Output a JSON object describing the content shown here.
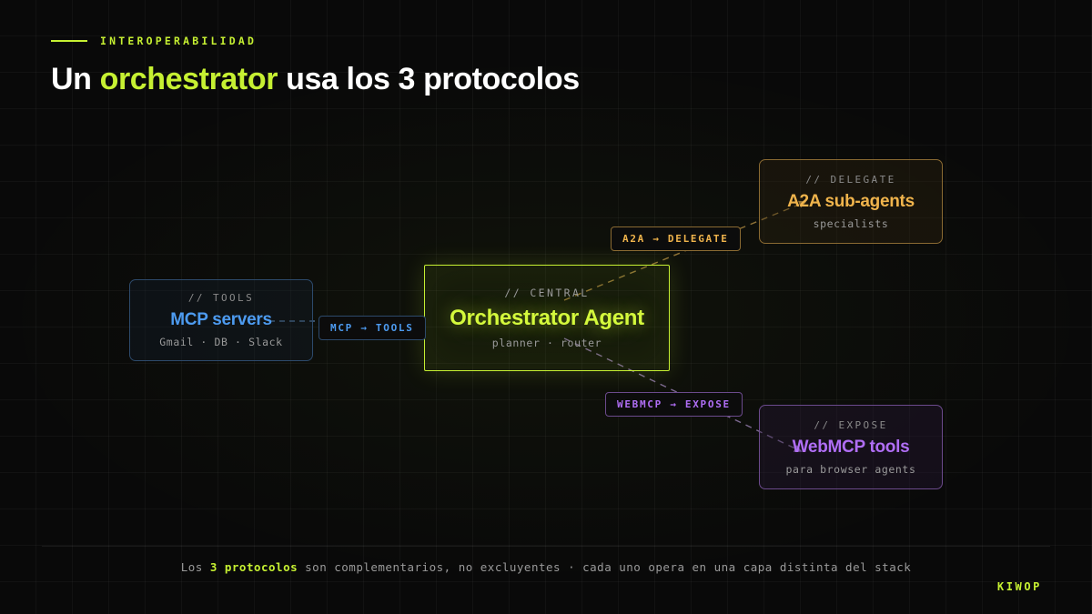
{
  "header": {
    "eyebrow": "INTEROPERABILIDAD",
    "title_prefix": "Un ",
    "title_highlight": "orchestrator",
    "title_suffix": " usa los 3 protocolos"
  },
  "diagram": {
    "nodes": [
      {
        "id": "tools",
        "kicker": "// TOOLS",
        "title": "MCP servers",
        "sub": "Gmail · DB · Slack",
        "color": "#4d9bf0"
      },
      {
        "id": "central",
        "kicker": "// CENTRAL",
        "title": "Orchestrator Agent",
        "sub": "planner · router",
        "color": "#d4f93c"
      },
      {
        "id": "delegate",
        "kicker": "// DELEGATE",
        "title": "A2A sub-agents",
        "sub": "specialists",
        "color": "#f0b44c"
      },
      {
        "id": "expose",
        "kicker": "// EXPOSE",
        "title": "WebMCP tools",
        "sub": "para browser agents",
        "color": "#b06ef5"
      }
    ],
    "edges": [
      {
        "id": "mcp",
        "label": "MCP → TOOLS",
        "color": "#4d9bf0"
      },
      {
        "id": "a2a",
        "label": "A2A → DELEGATE",
        "color": "#f0b44c"
      },
      {
        "id": "webmcp",
        "label": "WEBMCP → EXPOSE",
        "color": "#b06ef5"
      }
    ]
  },
  "footer": {
    "text_1": "Los ",
    "highlight": "3 protocolos",
    "text_2": " son complementarios, no excluyentes · cada uno opera en una capa distinta del stack",
    "brand": "KIWOP"
  }
}
